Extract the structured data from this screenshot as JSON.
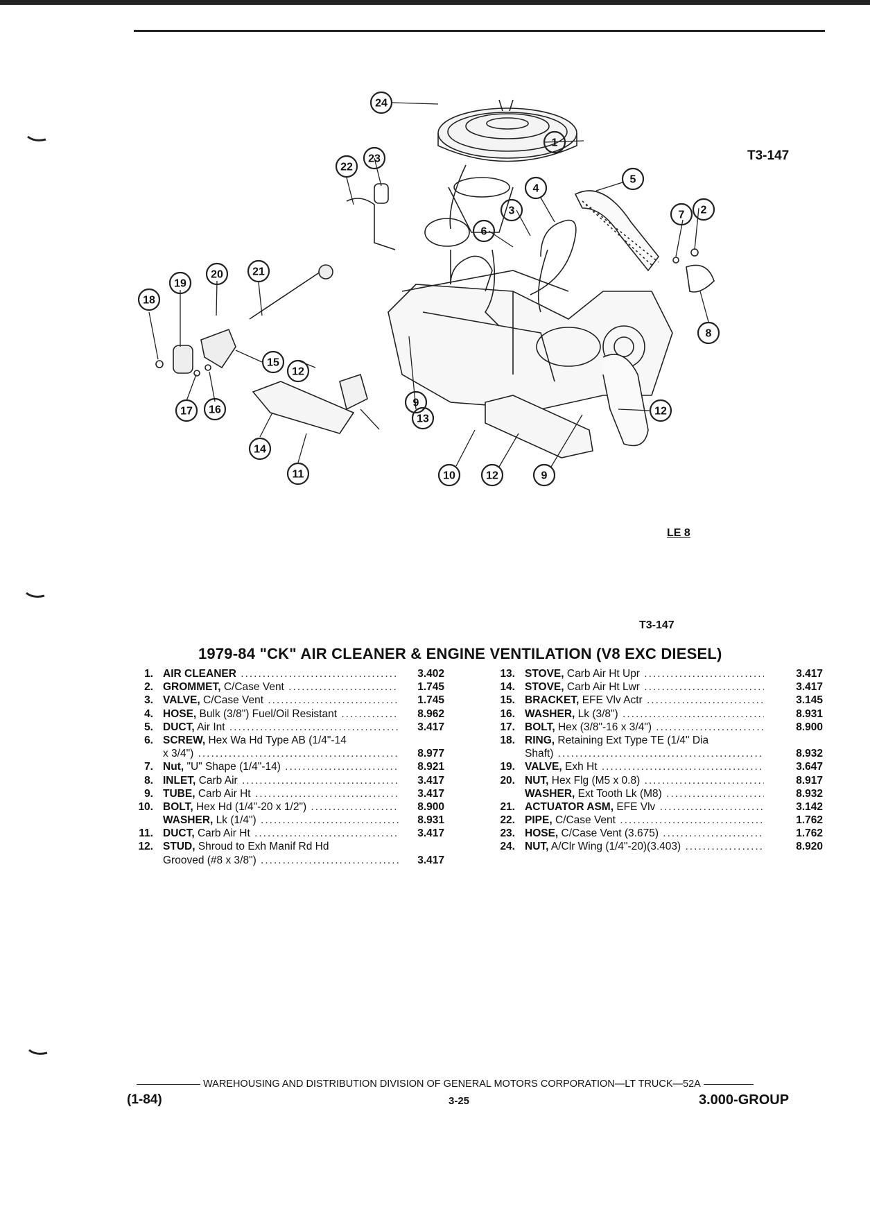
{
  "figure": {
    "code_top": "T3-147",
    "code_bottom": "T3-147",
    "engine_label": "LE 8",
    "callouts": [
      "24",
      "1",
      "22",
      "23",
      "5",
      "4",
      "3",
      "6",
      "7",
      "2",
      "21",
      "20",
      "19",
      "18",
      "8",
      "15",
      "12",
      "17",
      "16",
      "14",
      "13",
      "9",
      "12",
      "11",
      "10",
      "12",
      "9"
    ]
  },
  "parts_list": {
    "title": "1979-84 \"CK\" AIR CLEANER & ENGINE VENTILATION (V8 EXC DIESEL)",
    "left": [
      {
        "num": "1.",
        "name": "AIR CLEANER",
        "detail": "",
        "group": "3.402"
      },
      {
        "num": "2.",
        "name": "GROMMET,",
        "detail": "C/Case Vent",
        "group": "1.745"
      },
      {
        "num": "3.",
        "name": "VALVE,",
        "detail": "C/Case Vent",
        "group": "1.745"
      },
      {
        "num": "4.",
        "name": "HOSE,",
        "detail": "Bulk (3/8\") Fuel/Oil Resistant",
        "group": "8.962"
      },
      {
        "num": "5.",
        "name": "DUCT,",
        "detail": "Air Int",
        "group": "3.417"
      },
      {
        "num": "6.",
        "name": "SCREW,",
        "detail": "Hex Wa Hd Type AB (1/4\"-14",
        "group": ""
      },
      {
        "num": "",
        "name": "",
        "detail": "x 3/4\")",
        "group": "8.977"
      },
      {
        "num": "7.",
        "name": "Nut,",
        "detail": "\"U\" Shape (1/4\"-14)",
        "group": "8.921"
      },
      {
        "num": "8.",
        "name": "INLET,",
        "detail": "Carb Air",
        "group": "3.417"
      },
      {
        "num": "9.",
        "name": "TUBE,",
        "detail": "Carb Air Ht",
        "group": "3.417"
      },
      {
        "num": "10.",
        "name": "BOLT,",
        "detail": "Hex Hd (1/4\"-20 x 1/2\")",
        "group": "8.900"
      },
      {
        "num": "",
        "name": "WASHER,",
        "detail": "Lk (1/4\")",
        "group": "8.931"
      },
      {
        "num": "11.",
        "name": "DUCT,",
        "detail": "Carb Air Ht",
        "group": "3.417"
      },
      {
        "num": "12.",
        "name": "STUD,",
        "detail": "Shroud to Exh Manif Rd Hd",
        "group": ""
      },
      {
        "num": "",
        "name": "",
        "detail": "Grooved (#8 x 3/8\")",
        "group": "3.417"
      }
    ],
    "right": [
      {
        "num": "13.",
        "name": "STOVE,",
        "detail": "Carb Air Ht Upr",
        "group": "3.417"
      },
      {
        "num": "14.",
        "name": "STOVE,",
        "detail": "Carb Air Ht Lwr",
        "group": "3.417"
      },
      {
        "num": "15.",
        "name": "BRACKET,",
        "detail": "EFE Vlv Actr",
        "group": "3.145"
      },
      {
        "num": "16.",
        "name": "WASHER,",
        "detail": "Lk (3/8\")",
        "group": "8.931"
      },
      {
        "num": "17.",
        "name": "BOLT,",
        "detail": "Hex (3/8\"-16 x 3/4\")",
        "group": "8.900"
      },
      {
        "num": "18.",
        "name": "RING,",
        "detail": "Retaining Ext Type TE (1/4\" Dia",
        "group": ""
      },
      {
        "num": "",
        "name": "",
        "detail": "Shaft)",
        "group": "8.932"
      },
      {
        "num": "19.",
        "name": "VALVE,",
        "detail": "Exh Ht",
        "group": "3.647"
      },
      {
        "num": "20.",
        "name": "NUT,",
        "detail": "Hex Flg (M5 x 0.8)",
        "group": "8.917"
      },
      {
        "num": "",
        "name": "WASHER,",
        "detail": "Ext Tooth Lk (M8)",
        "group": "8.932"
      },
      {
        "num": "21.",
        "name": "ACTUATOR ASM,",
        "detail": "EFE Vlv",
        "group": "3.142"
      },
      {
        "num": "22.",
        "name": "PIPE,",
        "detail": "C/Case Vent",
        "group": "1.762"
      },
      {
        "num": "23.",
        "name": "HOSE,",
        "detail": "C/Case Vent (3.675)",
        "group": "1.762"
      },
      {
        "num": "24.",
        "name": "NUT,",
        "detail": "A/Clr Wing (1/4\"-20)(3.403)",
        "group": "8.920"
      }
    ]
  },
  "footer": {
    "division": "WAREHOUSING AND DISTRIBUTION  DIVISION OF GENERAL MOTORS CORPORATION—LT TRUCK—52A",
    "date": "(1-84)",
    "page": "3-25",
    "group": "3.000-GROUP"
  }
}
